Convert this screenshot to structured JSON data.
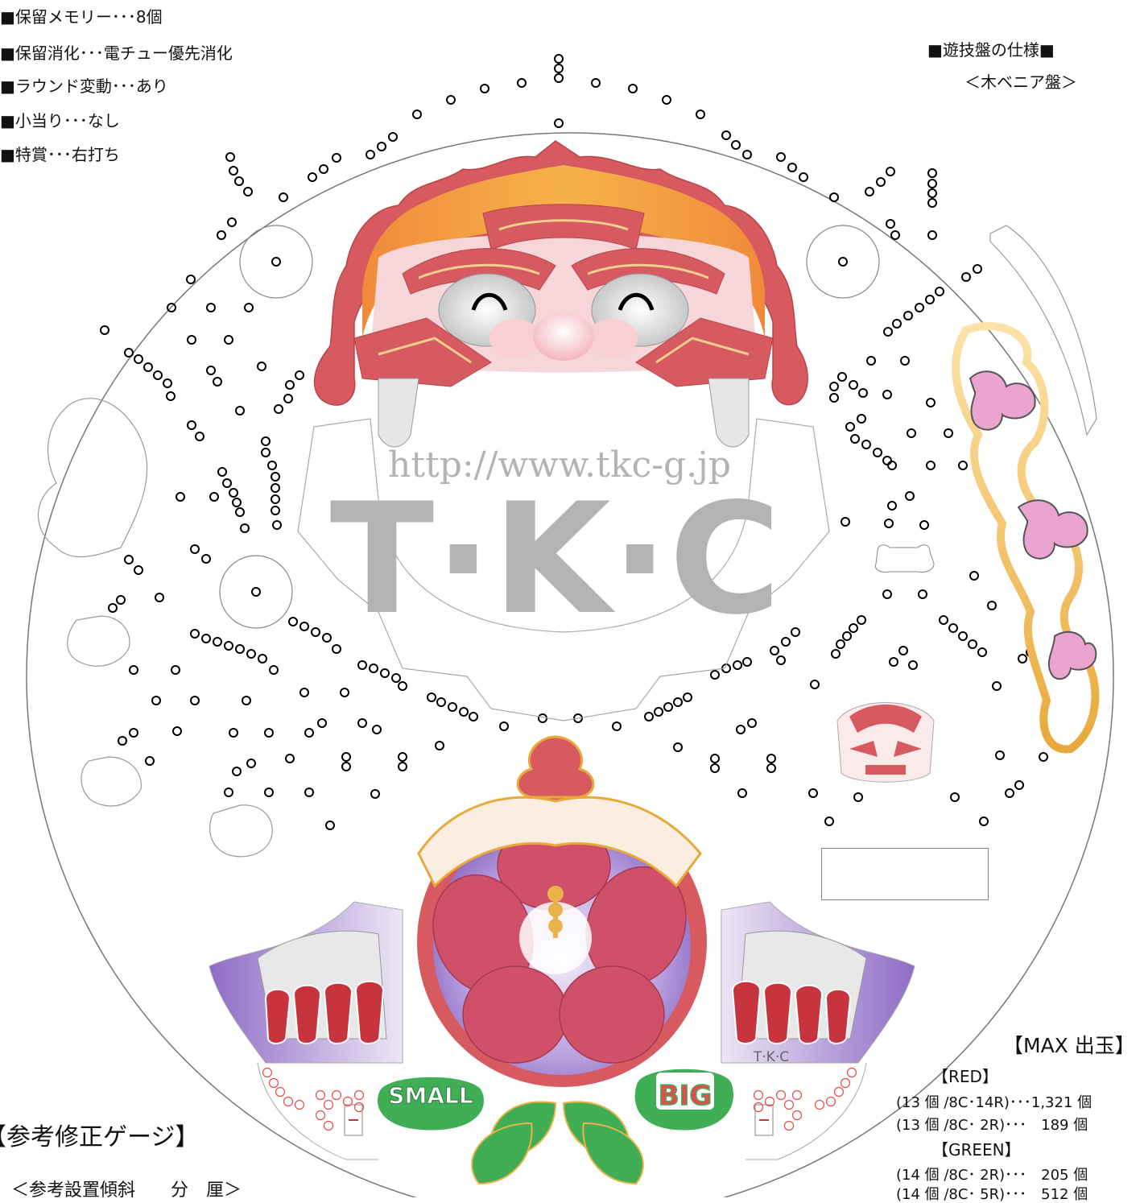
{
  "spec_list": [
    "■保留メモリー･･･8個",
    "■保留消化･･･電チュー優先消化",
    "■ラウンド変動･･･あり",
    "■小当り･･･なし",
    "■特賞･･･右打ち"
  ],
  "board_spec": {
    "title": "■遊技盤の仕様■",
    "subtitle": "＜木ベニア盤＞"
  },
  "watermark": {
    "url": "http://www.tkc-g.jp",
    "logo": "T·K·C"
  },
  "labels": {
    "small": "SMALL",
    "big": "BIG",
    "tkc_small": "T·K·C"
  },
  "max_output": {
    "title": "【MAX 出玉】",
    "red_header": "【RED】",
    "red_lines": [
      "(13 個 /8C･14R)･･･1,321 個",
      "(13 個 /8C･ 2R)･･･　189 個"
    ],
    "green_header": "【GREEN】",
    "green_lines": [
      "(14 個 /8C･ 2R)･･･　205 個",
      "(14 個 /8C･ 5R)･･･　512 個"
    ]
  },
  "gauge": {
    "title": "【参考修正ゲージ】",
    "tilt": "＜参考設置傾斜　　分　厘＞"
  },
  "colors": {
    "lion_red": "#d65a60",
    "lion_orange": "#f08a3a",
    "hibiscus": "#cf5068",
    "purple": "#a78bd0",
    "leaf_green": "#3fae55",
    "gold": "#e9b24a",
    "watermark_gray": "#b3b3b3"
  }
}
